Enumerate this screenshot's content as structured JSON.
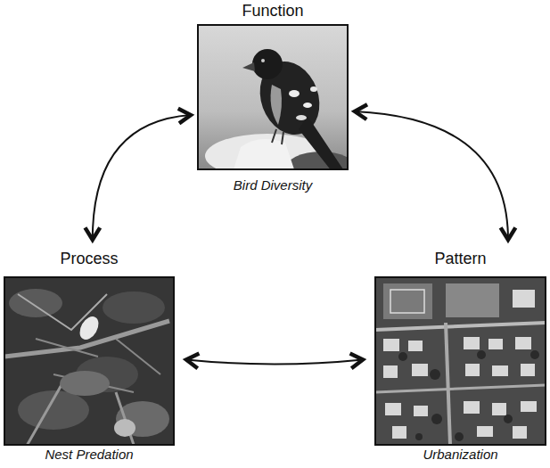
{
  "diagram": {
    "nodes": [
      {
        "text": [
          "Function",
          "Bird Diversity"
        ]
      },
      {
        "text": [
          "Process",
          "Nest Predation"
        ]
      },
      {
        "text": [
          "Pattern",
          "Urbanization"
        ]
      }
    ],
    "edges": [
      {
        "from": 0,
        "to": 1,
        "arrow": "both"
      },
      {
        "from": 0,
        "to": 2,
        "arrow": "both"
      },
      {
        "from": 1,
        "to": 2,
        "arrow": "both"
      }
    ]
  }
}
